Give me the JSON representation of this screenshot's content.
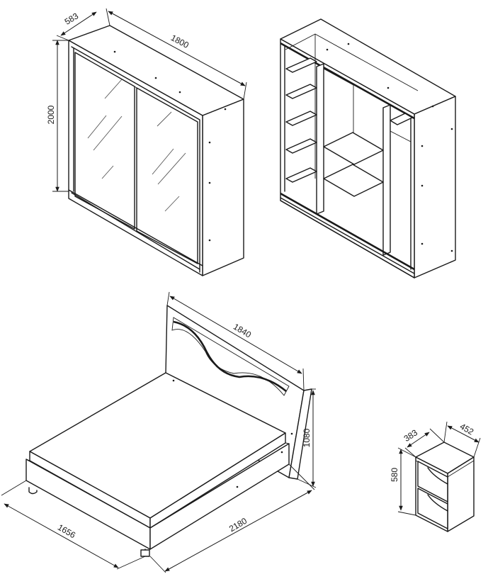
{
  "dimensions": {
    "wardrobe": {
      "depth": "583",
      "width": "1800",
      "height": "2000"
    },
    "bed": {
      "headboard_width": "1840",
      "height": "1080",
      "width": "1656",
      "length": "2180"
    },
    "nightstand": {
      "depth": "383",
      "width": "452",
      "height": "580"
    }
  }
}
